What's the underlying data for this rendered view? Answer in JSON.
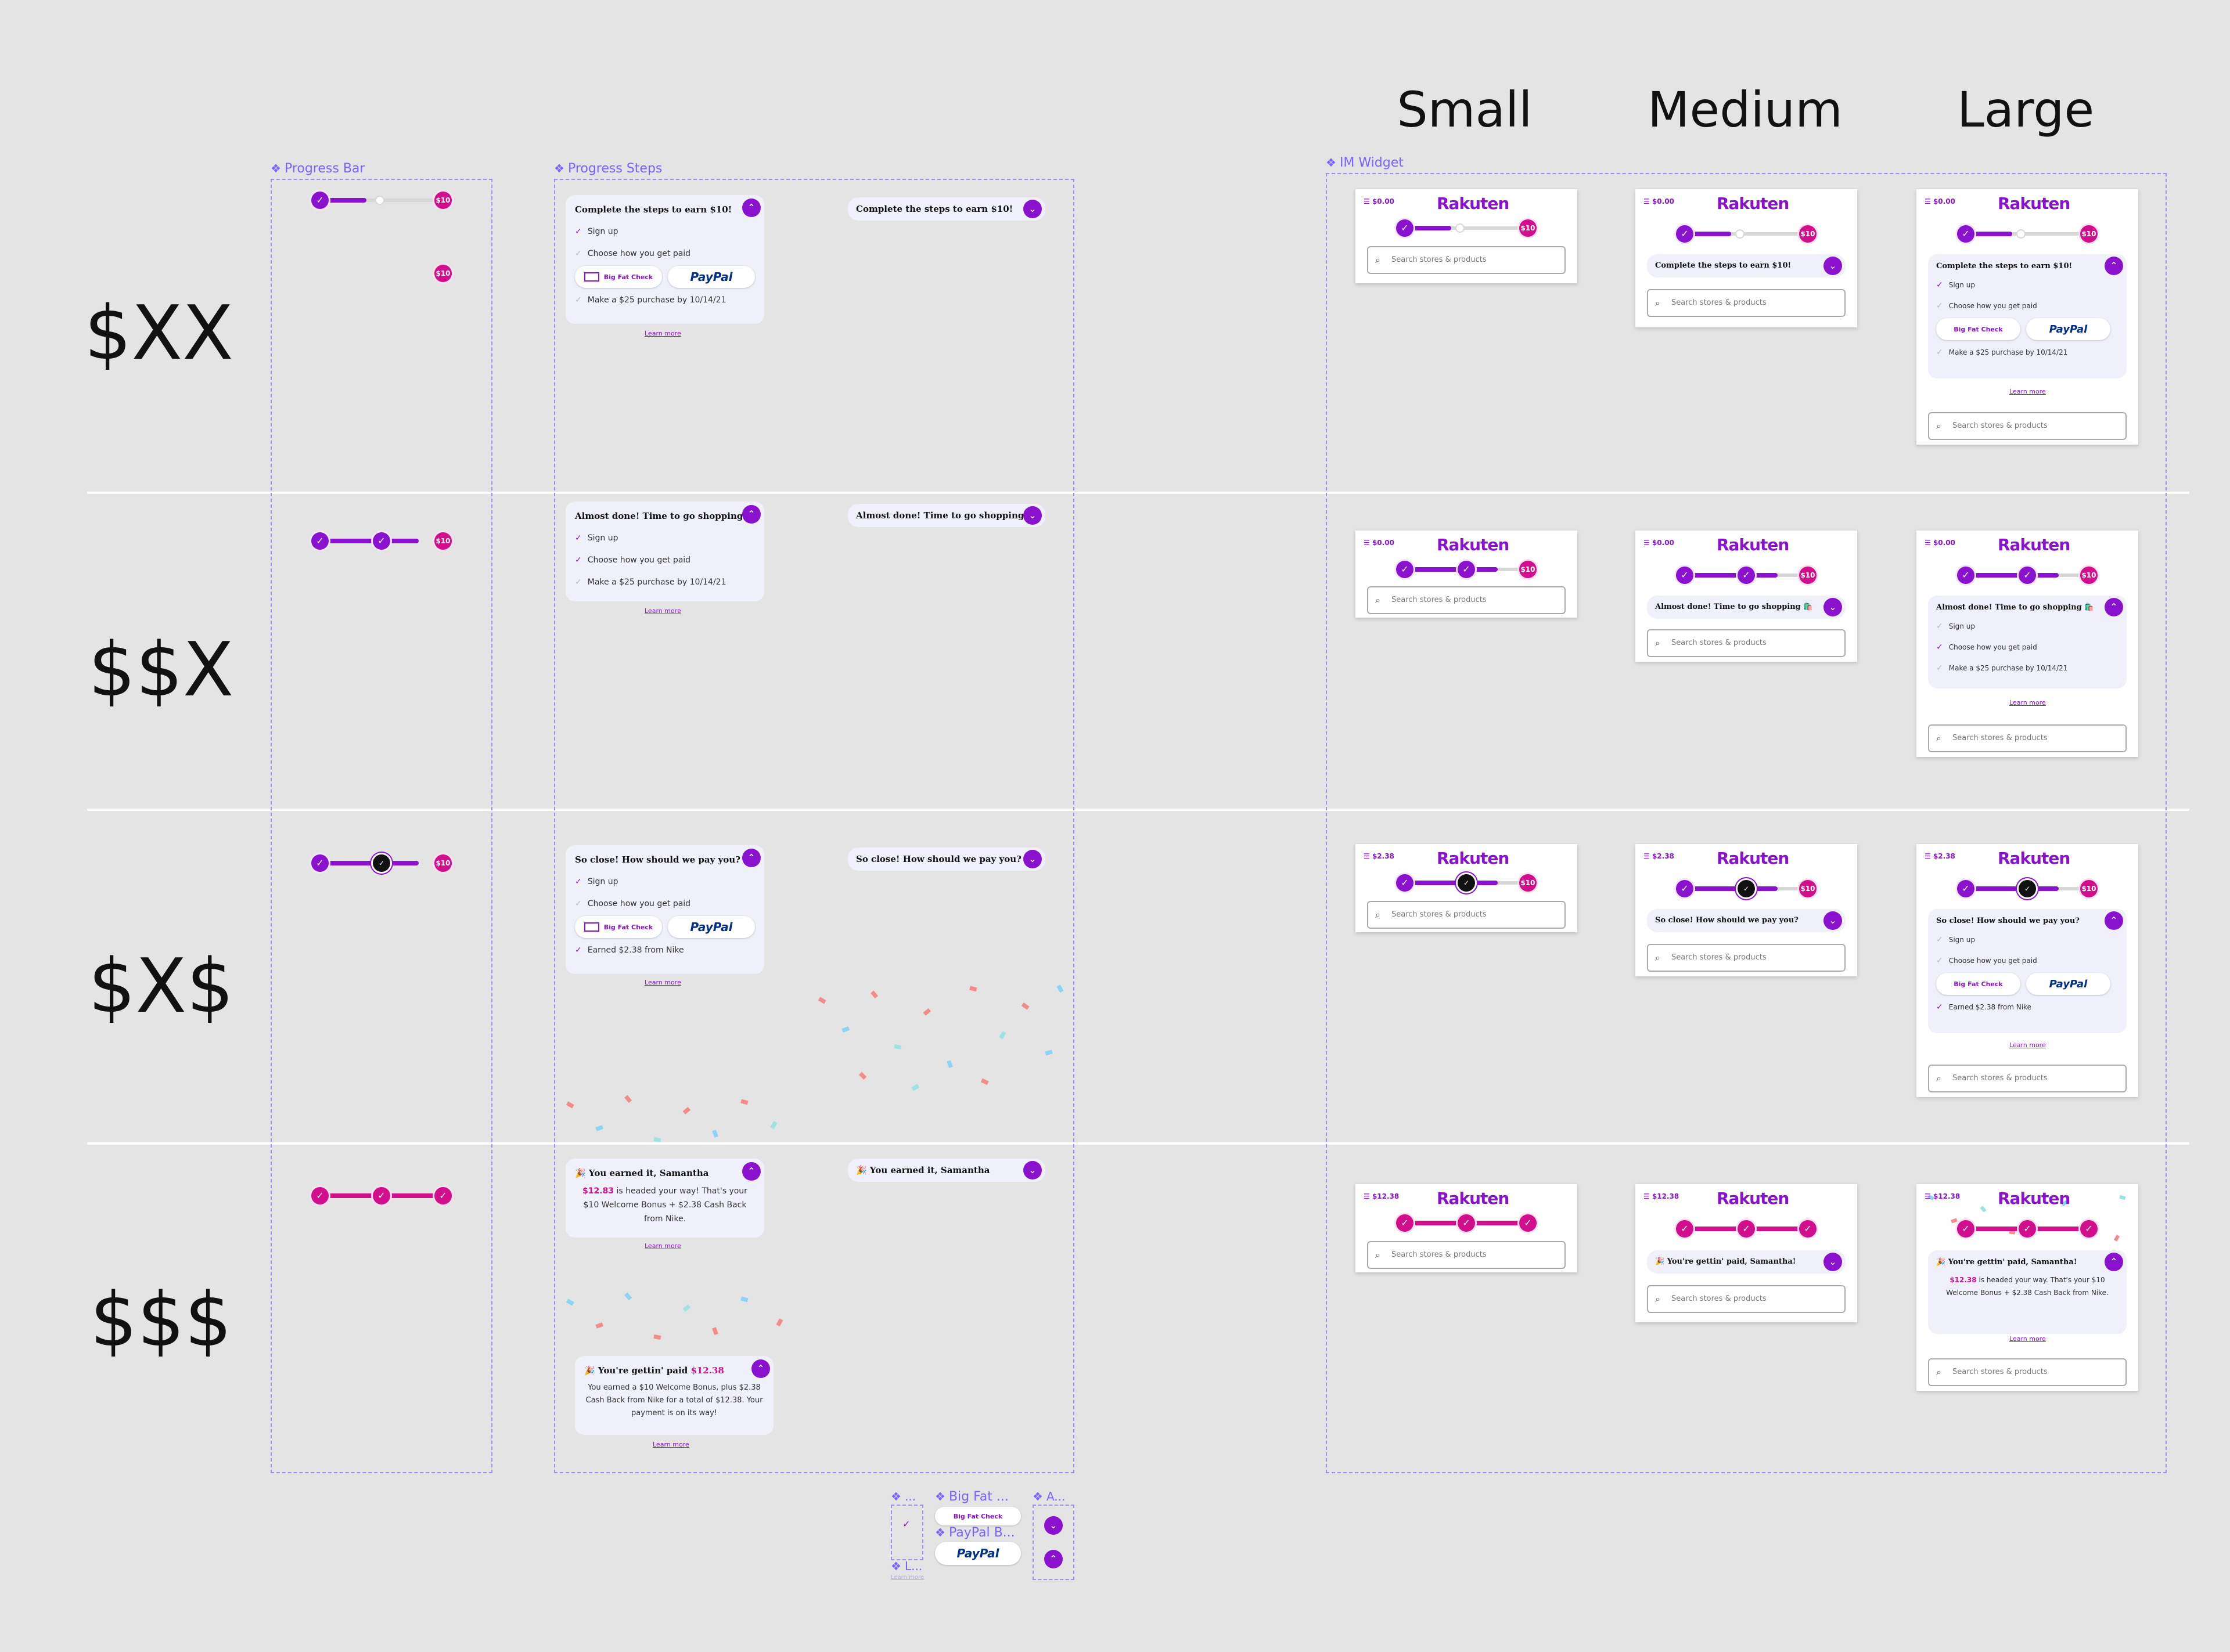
{
  "columns": {
    "small": "Small",
    "medium": "Medium",
    "large": "Large"
  },
  "rows": [
    "$XX",
    "$$X",
    "$X$",
    "$$$"
  ],
  "frames": {
    "progress_bar": "Progress Bar",
    "progress_steps": "Progress Steps",
    "im_widget": "IM Widget"
  },
  "badge_amount": "$10",
  "brand": "Rakuten",
  "search_placeholder": "Search stores & products",
  "balances": [
    "$0.00",
    "$0.00",
    "$2.38",
    "$12.38"
  ],
  "steps": {
    "sign_up": "Sign up",
    "choose": "Choose how you get paid",
    "purchase": "Make a $25 purchase by 10/14/21",
    "earned": "Earned $2.38 from Nike",
    "learn_more": "Learn more",
    "big_fat_check": "Big Fat Check",
    "paypal": "PayPal"
  },
  "titles": {
    "t1": "Complete the steps to earn $10!",
    "t2": "Almost done! Time to go shopping 🛍️",
    "t3": "So close! How should we pay you?",
    "t4": "You earned it, Samantha",
    "t4b": "You're gettin' paid, Samantha!",
    "t5_prefix": "You're gettin' paid",
    "t5_amt": "$12.38"
  },
  "messages": {
    "m4_amt": "$12.83",
    "m4_rest": "is headed your way! That's your $10 Welcome Bonus + $2.38 Cash Back from Nike.",
    "m4b_amt": "$12.38",
    "m4b_rest": "is headed your way. That's your $10 Welcome Bonus + $2.38 Cash Back from Nike.",
    "m5": "You earned a $10 Welcome Bonus, plus $2.38 Cash Back from Nike for a total of $12.38. Your payment is on its way!"
  },
  "components": {
    "a": "...",
    "b": "Big Fat ...",
    "c": "PayPal B...",
    "d": "A...",
    "e": "L..."
  },
  "colors": {
    "purple": "#8a12cf",
    "pink": "#d10f8c",
    "frame": "#9d8ef0"
  }
}
